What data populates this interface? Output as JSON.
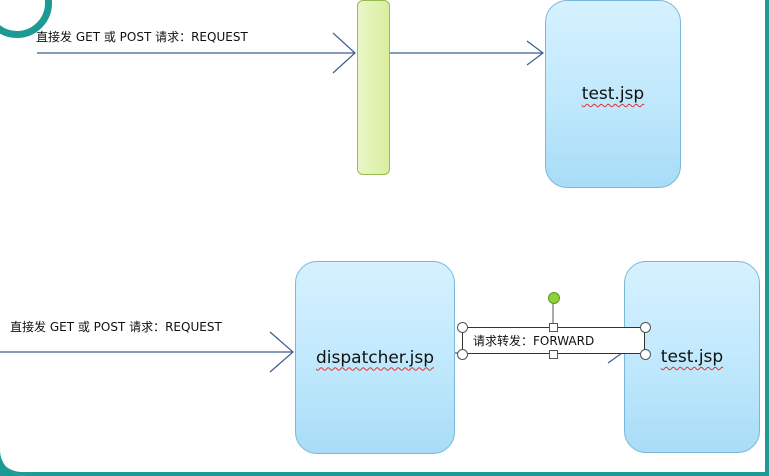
{
  "top_flow": {
    "request_label": "直接发 GET 或 POST 请求：REQUEST",
    "target": "test.jsp"
  },
  "bottom_flow": {
    "request_label": "直接发 GET 或 POST 请求：REQUEST",
    "dispatcher": "dispatcher.jsp",
    "forward_label": "请求转发：FORWARD",
    "target": "test.jsp"
  },
  "colors": {
    "jsp_box": "#bde7fc",
    "filter_bar": "#d9ee9f",
    "arrow": "#3b5f8f",
    "theme": "#1d9a94"
  },
  "icons": [
    "corner-ring-decoration"
  ]
}
